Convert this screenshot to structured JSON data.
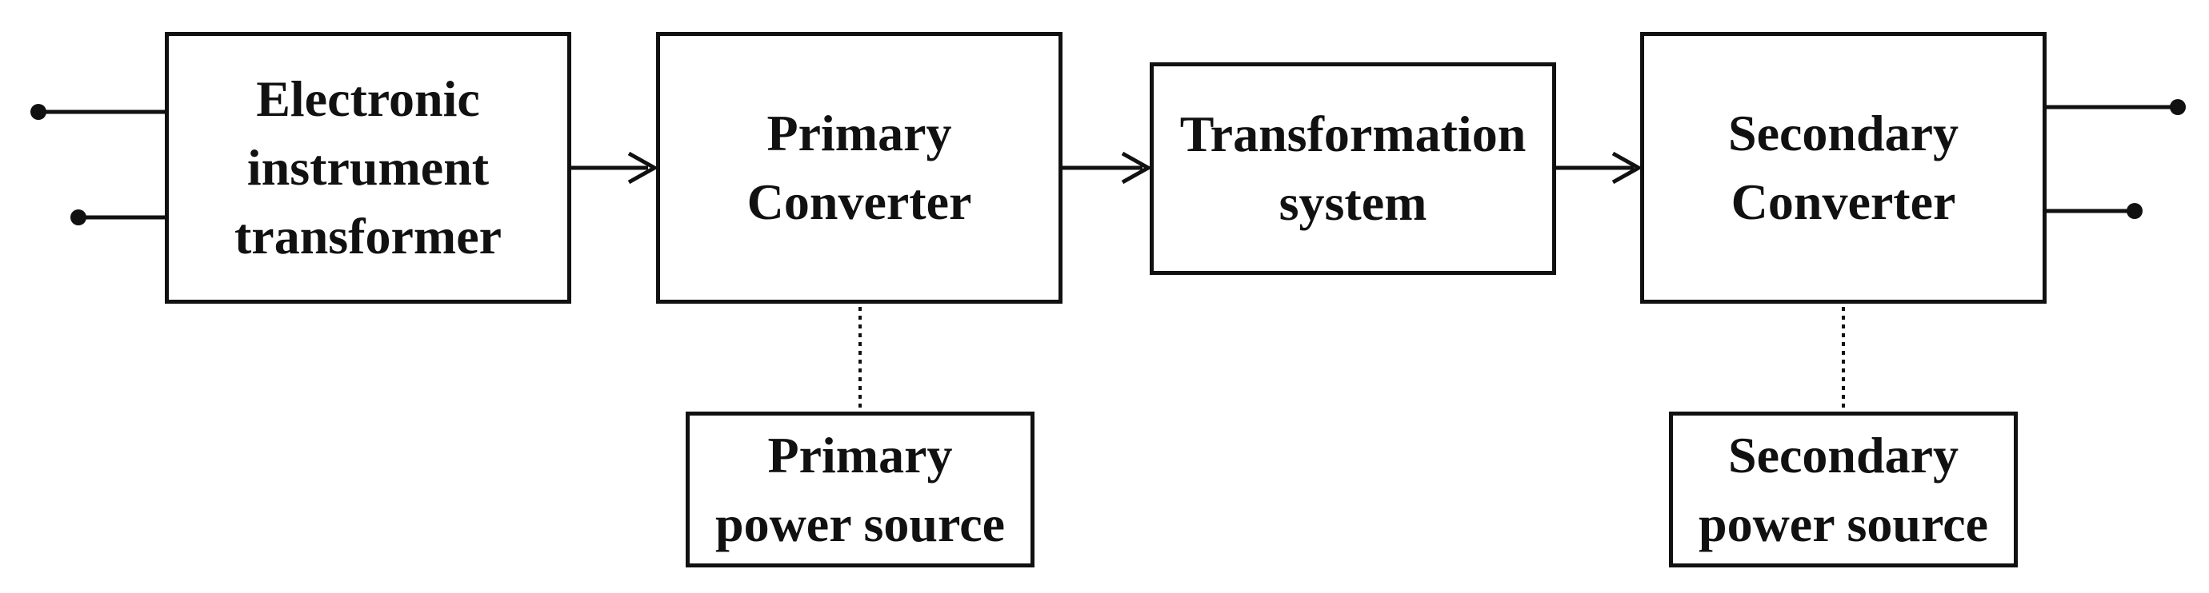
{
  "diagram": {
    "blocks": {
      "electronic_instrument_transformer": [
        "Electronic",
        "instrument",
        "transformer"
      ],
      "primary_converter": [
        "Primary",
        "Converter"
      ],
      "transformation_system": [
        "Transformation",
        "system"
      ],
      "secondary_converter": [
        "Secondary",
        "Converter"
      ],
      "primary_power_source": [
        "Primary",
        "power source"
      ],
      "secondary_power_source": [
        "Secondary",
        "power source"
      ]
    },
    "colors": {
      "stroke": "#111111",
      "background": "#ffffff"
    }
  }
}
